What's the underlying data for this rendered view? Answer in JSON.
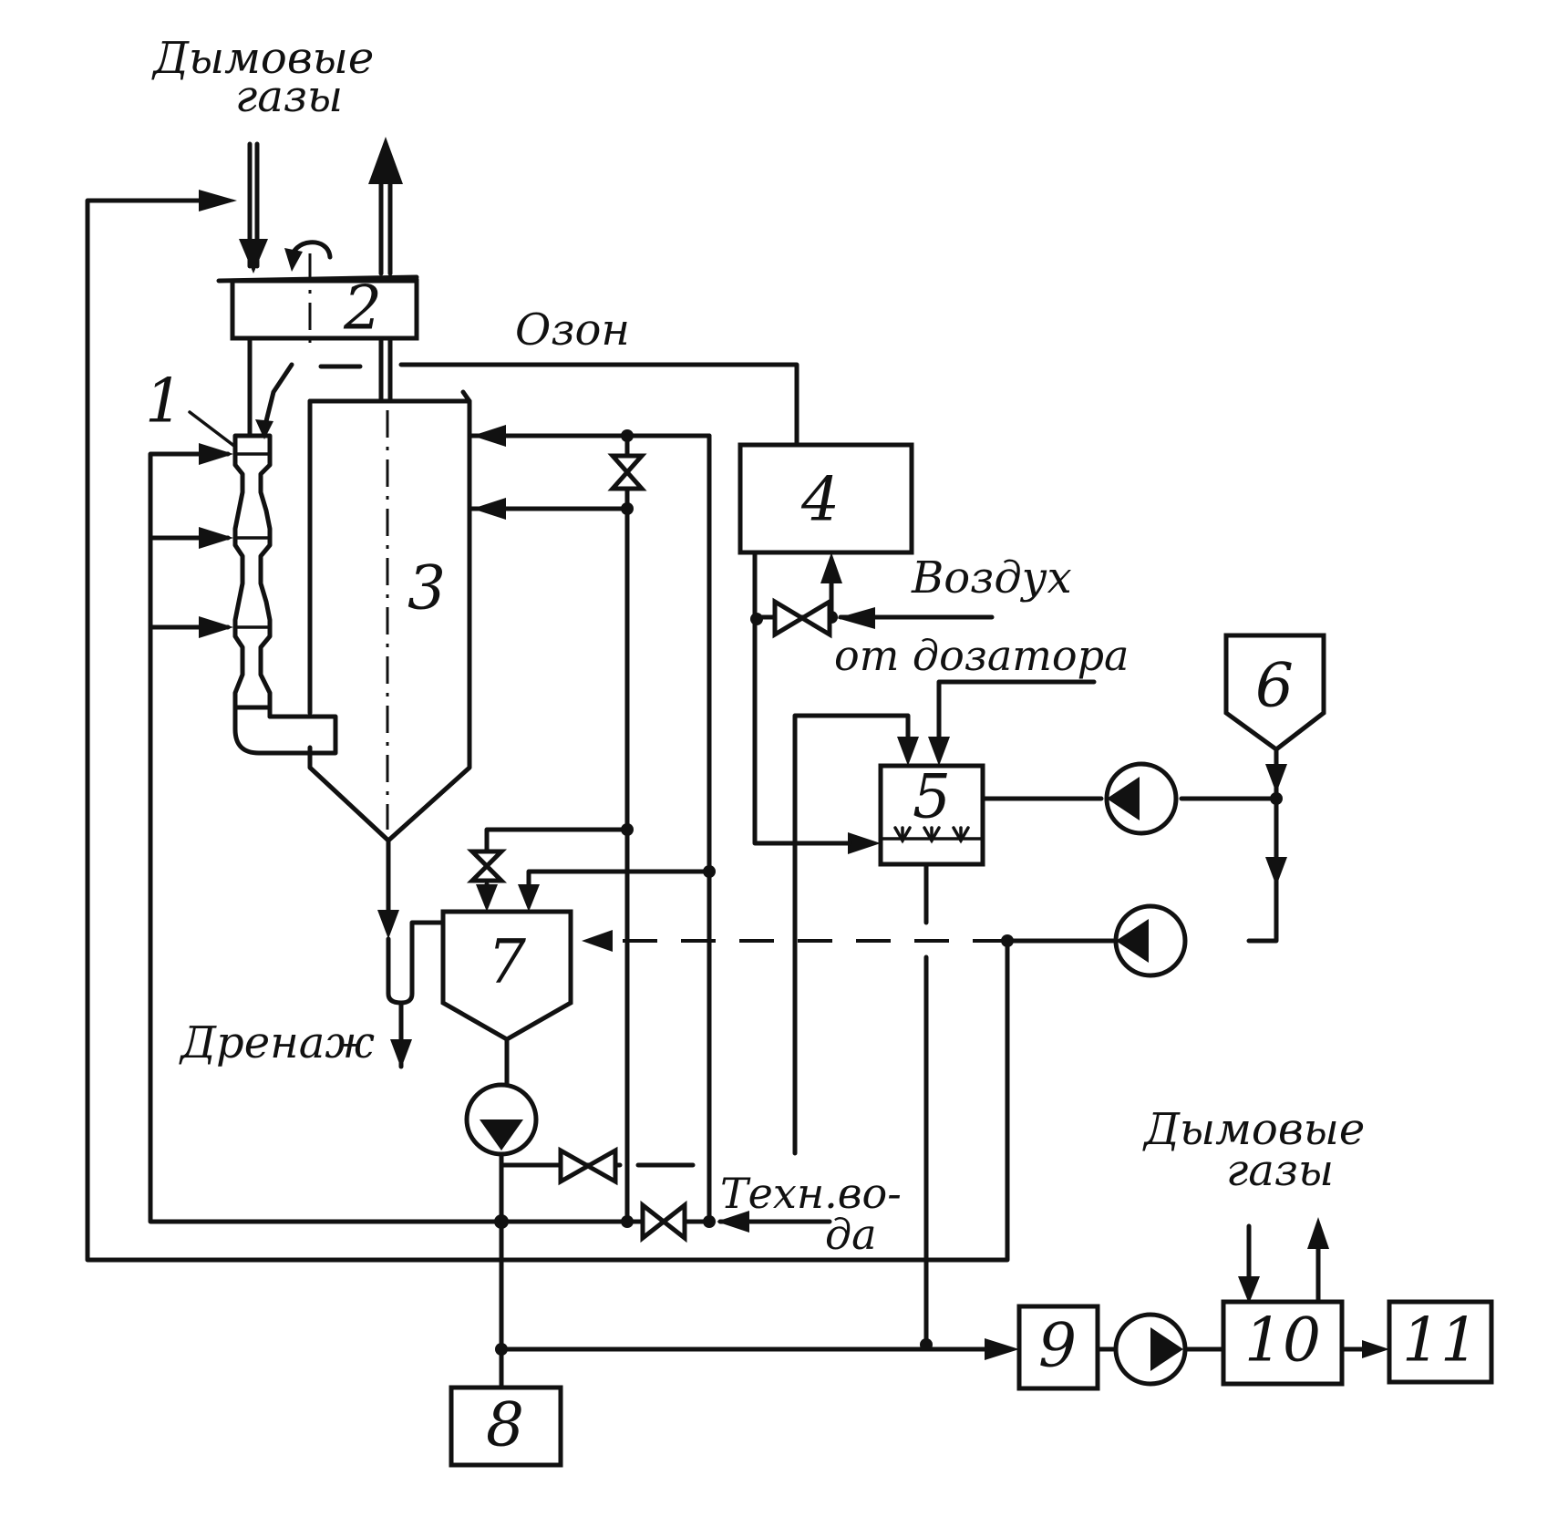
{
  "labels": {
    "flue_gases_top_line1": "Дымовые",
    "flue_gases_top_line2": "газы",
    "ozone": "Озон",
    "air": "Воздух",
    "from_dispenser": "от дозатора",
    "drainage": "Дренаж",
    "tech_water_line1": "Техн.во-",
    "tech_water_line2": "да",
    "flue_gases_bottom_line1": "Дымовые",
    "flue_gases_bottom_line2": "газы"
  },
  "units": {
    "u1": "1",
    "u2": "2",
    "u3": "3",
    "u4": "4",
    "u5": "5",
    "u6": "6",
    "u7": "7",
    "u8": "8",
    "u9": "9",
    "u10": "10",
    "u11": "11"
  }
}
